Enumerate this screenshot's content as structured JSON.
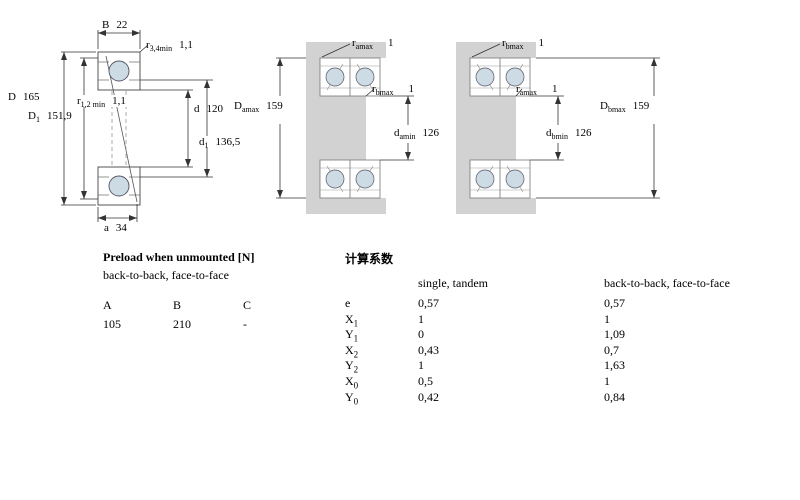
{
  "colors": {
    "diagram_gray": "#d2d2d2",
    "ball_fill": "#ccdbe4",
    "line": "#333333"
  },
  "bearing_diagram": {
    "dims": {
      "B": {
        "main": "B",
        "value": "22"
      },
      "r34": {
        "main": "r",
        "sub": "3,4min",
        "value": "1,1"
      },
      "D": {
        "main": "D",
        "value": "165"
      },
      "D1": {
        "main": "D",
        "sub": "1",
        "value": "151,9"
      },
      "r12": {
        "main": "r",
        "sub": "1,2 min",
        "value": "1,1"
      },
      "d": {
        "main": "d",
        "value": "120"
      },
      "d1": {
        "main": "d",
        "sub": "1",
        "value": "136,5"
      },
      "a": {
        "main": "a",
        "value": "34"
      }
    }
  },
  "arrangement1": {
    "dims": {
      "r_amax_top": {
        "main": "r",
        "sub": "amax",
        "value": "1"
      },
      "D_amax": {
        "main": "D",
        "sub": "amax",
        "value": "159"
      },
      "r_bmax_mid": {
        "main": "r",
        "sub": "bmax",
        "value": "1"
      },
      "d_amin": {
        "main": "d",
        "sub": "amin",
        "value": "126"
      }
    }
  },
  "arrangement2": {
    "dims": {
      "r_bmax_top": {
        "main": "r",
        "sub": "bmax",
        "value": "1"
      },
      "r_amax_mid": {
        "main": "r",
        "sub": "amax",
        "value": "1"
      },
      "D_bmax": {
        "main": "D",
        "sub": "bmax",
        "value": "159"
      },
      "d_bmin": {
        "main": "d",
        "sub": "bmin",
        "value": "126"
      }
    }
  },
  "preload_table": {
    "title": "Preload when unmounted [N]",
    "subtitle": "back-to-back, face-to-face",
    "columns": [
      "A",
      "B",
      "C"
    ],
    "values": [
      "105",
      "210",
      "-"
    ]
  },
  "factors_table": {
    "title": "计算系数",
    "col1_header": "single, tandem",
    "col2_header": "back-to-back, face-to-face",
    "rows": [
      {
        "main": "e",
        "sub": "",
        "col1": "0,57",
        "col2": "0,57"
      },
      {
        "main": "X",
        "sub": "1",
        "col1": "1",
        "col2": "1"
      },
      {
        "main": "Y",
        "sub": "1",
        "col1": "0",
        "col2": "1,09"
      },
      {
        "main": "X",
        "sub": "2",
        "col1": "0,43",
        "col2": "0,7"
      },
      {
        "main": "Y",
        "sub": "2",
        "col1": "1",
        "col2": "1,63"
      },
      {
        "main": "X",
        "sub": "0",
        "col1": "0,5",
        "col2": "1"
      },
      {
        "main": "Y",
        "sub": "0",
        "col1": "0,42",
        "col2": "0,84"
      }
    ]
  }
}
